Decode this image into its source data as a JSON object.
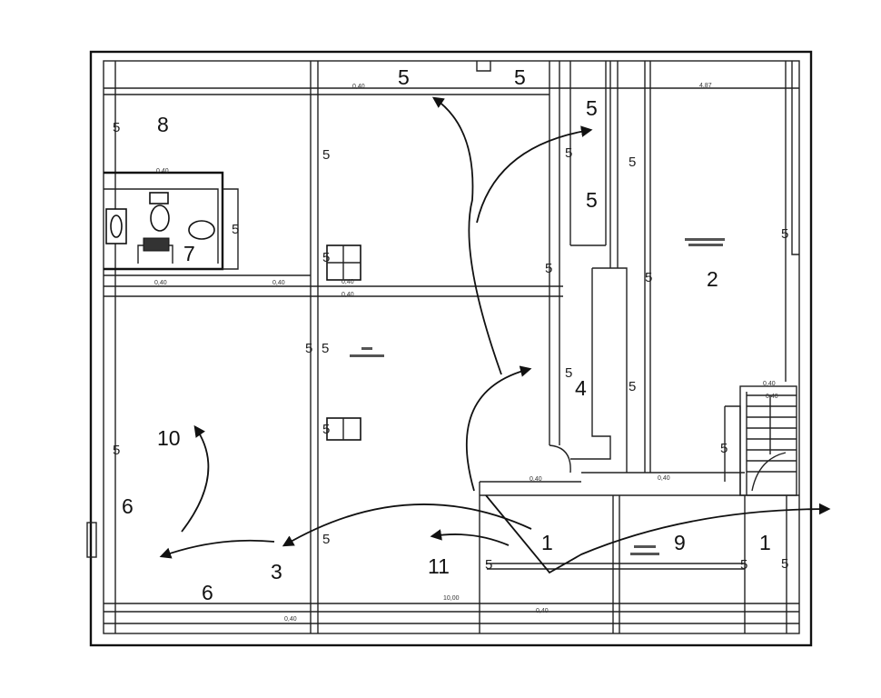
{
  "labels": {
    "zone_1_a": "1",
    "zone_1_b": "1",
    "zone_2": "2",
    "zone_3": "3",
    "zone_4": "4",
    "zone_5_a": "5",
    "zone_5_b": "5",
    "zone_5_c": "5",
    "zone_5_d": "5",
    "zone_6_a": "6",
    "zone_6_b": "6",
    "zone_7": "7",
    "zone_8": "8",
    "zone_9": "9",
    "zone_10": "10",
    "zone_11": "11"
  },
  "wall_marks": {
    "m1": "5",
    "m2": "5",
    "m3": "5",
    "m4": "5",
    "m5": "5",
    "m6": "5",
    "m7": "5",
    "m8": "5",
    "m9": "5",
    "m10": "5",
    "m11": "5",
    "m12": "5",
    "m13": "5",
    "m14": "5",
    "m15": "5",
    "m16": "5",
    "m17": "5",
    "m18": "5",
    "m19": "5",
    "m20": "5"
  },
  "dimensions": {
    "d1": "0,40",
    "d2": "4,87",
    "d3": "0,40",
    "d4": "0,40",
    "d5": "0,40",
    "d6": "0,40",
    "d7": "0,40",
    "d8": "0,40",
    "d9": "0,40",
    "d10": "0,40",
    "d11": "10,00",
    "d12": "0,40",
    "d13": "0,40",
    "d14": "0,40"
  }
}
